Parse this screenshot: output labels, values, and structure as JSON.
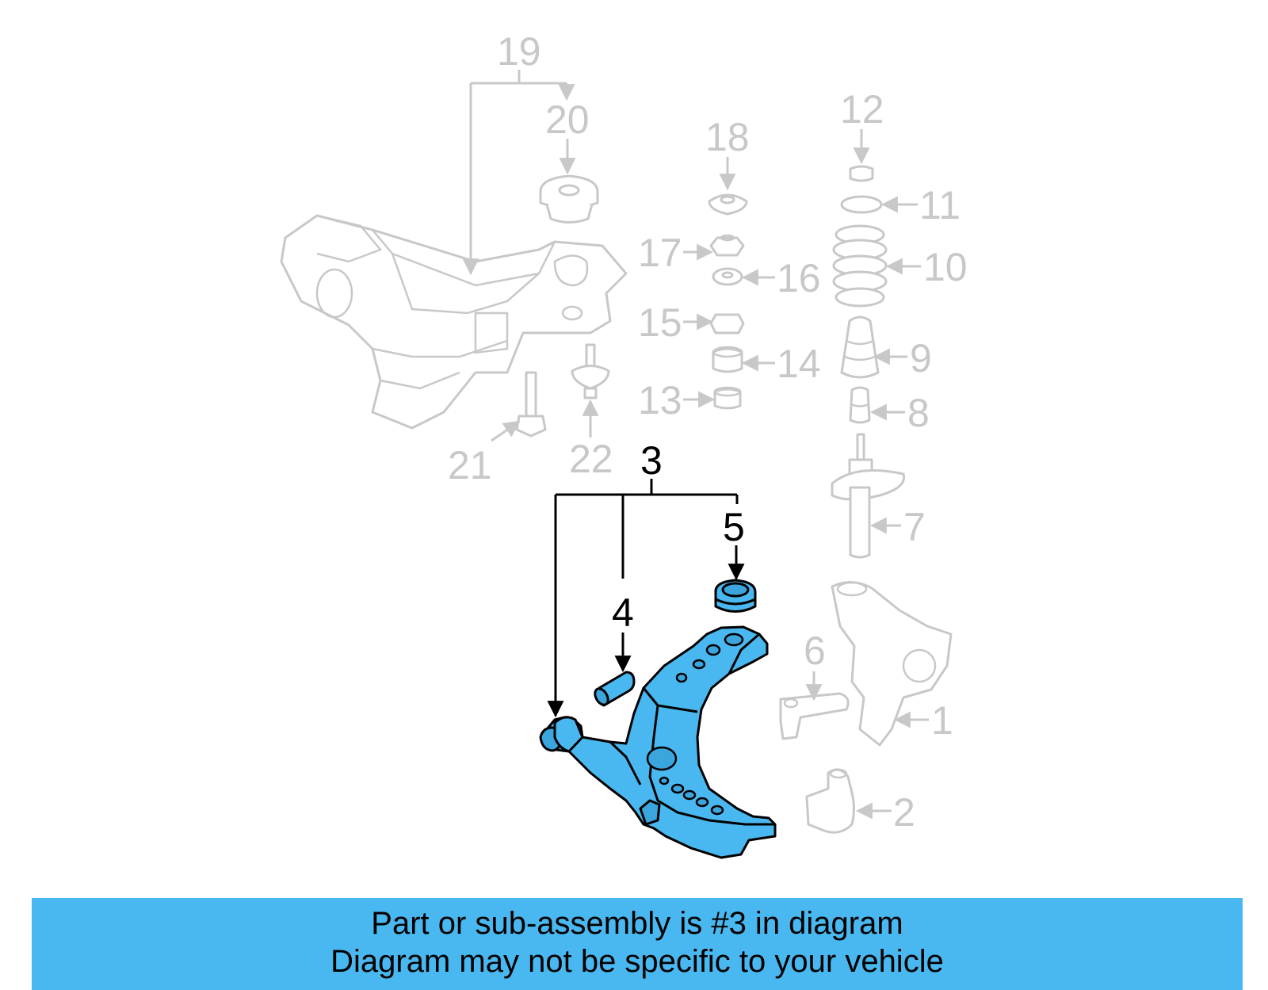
{
  "colors": {
    "highlight": "#4ab8f0",
    "callout_active": "#000000",
    "callout_inactive": "#c8c8c8",
    "banner_bg": "#4ab8f0"
  },
  "callouts": {
    "c1": "1",
    "c2": "2",
    "c3": "3",
    "c4": "4",
    "c5": "5",
    "c6": "6",
    "c7": "7",
    "c8": "8",
    "c9": "9",
    "c10": "10",
    "c11": "11",
    "c12": "12",
    "c13": "13",
    "c14": "14",
    "c15": "15",
    "c16": "16",
    "c17": "17",
    "c18": "18",
    "c19": "19",
    "c20": "20",
    "c21": "21",
    "c22": "22"
  },
  "highlighted_part": "3",
  "banner": {
    "line1": "Part or sub-assembly is #3 in diagram",
    "line2": "Diagram may not be specific to your vehicle"
  }
}
